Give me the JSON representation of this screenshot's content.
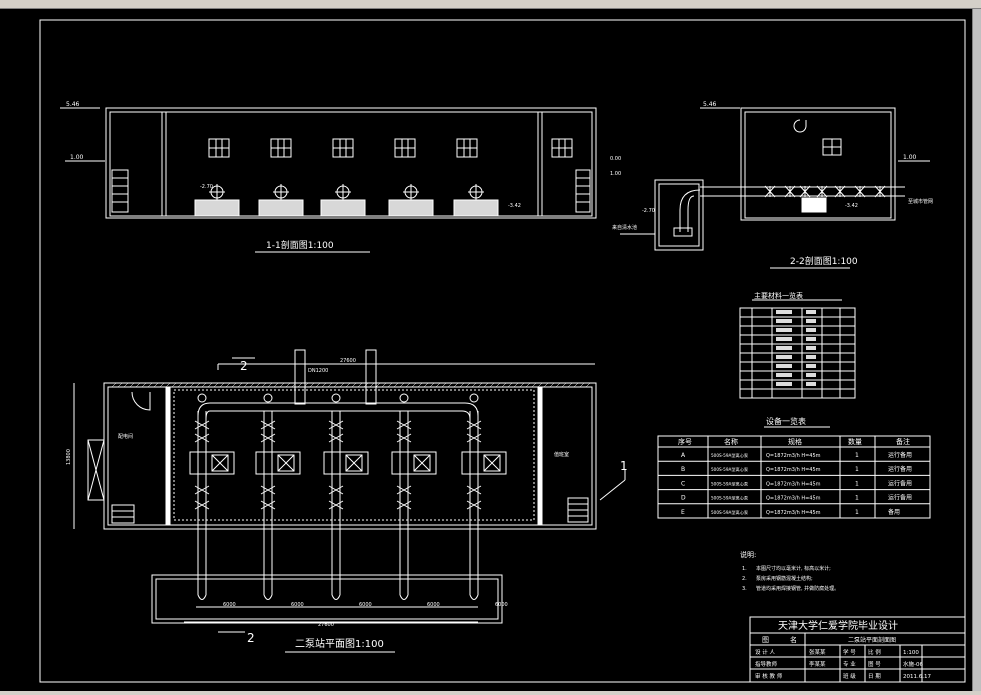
{
  "window": {
    "scrollbar": "vertical-scrollbar"
  },
  "section11": {
    "title": "1-1剖面图1:100",
    "elev_top": "5.46",
    "elev_ground": "1.00",
    "elev_floor": "-3.42",
    "elev_pump": "-2.70"
  },
  "section22": {
    "title": "2-2剖面图1:100",
    "elev_top": "5.46",
    "elev_ground": "1.00",
    "elev_ground2": "0.00",
    "elev_floor": "-3.42",
    "elev_in": "-2.70",
    "left_note": "来自清水池",
    "right_note": "至城市管网"
  },
  "materials_title": "主要材料一览表",
  "equipment": {
    "title": "设备一览表",
    "headers": [
      "序号",
      "名称",
      "规格",
      "数量",
      "备注"
    ],
    "rows": [
      [
        "A",
        "500S-59A型离心泵",
        "Q=1872m3/h H=45m",
        "1",
        "运行备用"
      ],
      [
        "B",
        "500S-59A型离心泵",
        "Q=1872m3/h H=45m",
        "1",
        "运行备用"
      ],
      [
        "C",
        "500S-59A型离心泵",
        "Q=1872m3/h H=45m",
        "1",
        "运行备用"
      ],
      [
        "D",
        "500S-59A型离心泵",
        "Q=1872m3/h H=45m",
        "1",
        "运行备用"
      ],
      [
        "E",
        "500S-59A型离心泵",
        "Q=1872m3/h H=45m",
        "1",
        "备用"
      ]
    ]
  },
  "plan": {
    "title": "二泵站平面图1:100",
    "section_mark_left": "2",
    "section_mark_right": "1",
    "room_left": "配电间",
    "room_right": "值班室",
    "dims_bottom": [
      "6000",
      "6000",
      "6000",
      "6000",
      "6000"
    ],
    "dim_total": "27600",
    "dim_left": "13800",
    "pipe_label": "DN1200"
  },
  "notes": {
    "title": "说明:",
    "items": [
      {
        "num": "1.",
        "text": "本图尺寸均以毫米计, 标高以米计;"
      },
      {
        "num": "2.",
        "text": "泵房采用钢筋混凝土结构;"
      },
      {
        "num": "3.",
        "text": "管道均采用焊接钢管, 并做防腐处理。"
      }
    ]
  },
  "titleblock": {
    "school": "天津大学仁爱学院毕业设计",
    "rows": [
      [
        "图",
        "名",
        "二泵站平面剖面图",
        "",
        ""
      ],
      [
        "设 计 人",
        "张某某",
        "学 号",
        "比 例",
        "1:100"
      ],
      [
        "指导教师",
        "李某某",
        "专 业",
        "图 号",
        "水施-06"
      ],
      [
        "审 核 教 师",
        "",
        "班 级",
        "日 期",
        "2011.6.17"
      ]
    ]
  },
  "colors": {
    "background": "#000000",
    "lines": "#ffffff",
    "hatch": "#e0e0e0"
  }
}
